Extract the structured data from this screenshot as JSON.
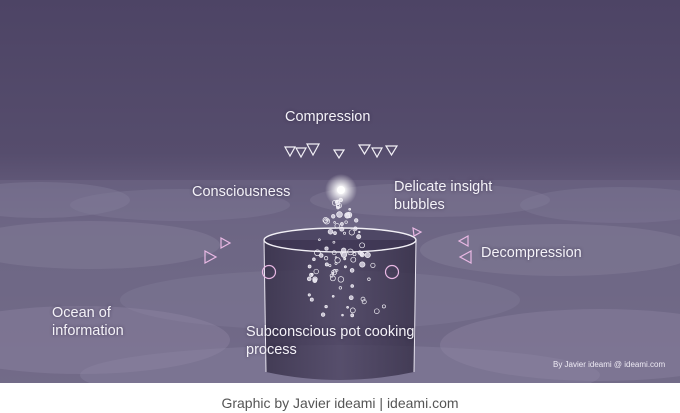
{
  "diagram": {
    "labels": {
      "compression": "Compression",
      "consciousness": "Consciousness",
      "insight_bubbles": "Delicate insight bubbles",
      "decompression": "Decompression",
      "ocean": "Ocean of information",
      "pot": "Subconscious pot cooking process"
    },
    "watermark": "By Javier ideami @ ideami.com"
  },
  "caption": "Graphic by Javier ideami | ideami.com",
  "colors": {
    "sky": "#4d4465",
    "fog": "#766f8b",
    "triangle_white": "#f2f0f6",
    "triangle_pink": "#e9b8e4",
    "glow": "#ffffff"
  }
}
